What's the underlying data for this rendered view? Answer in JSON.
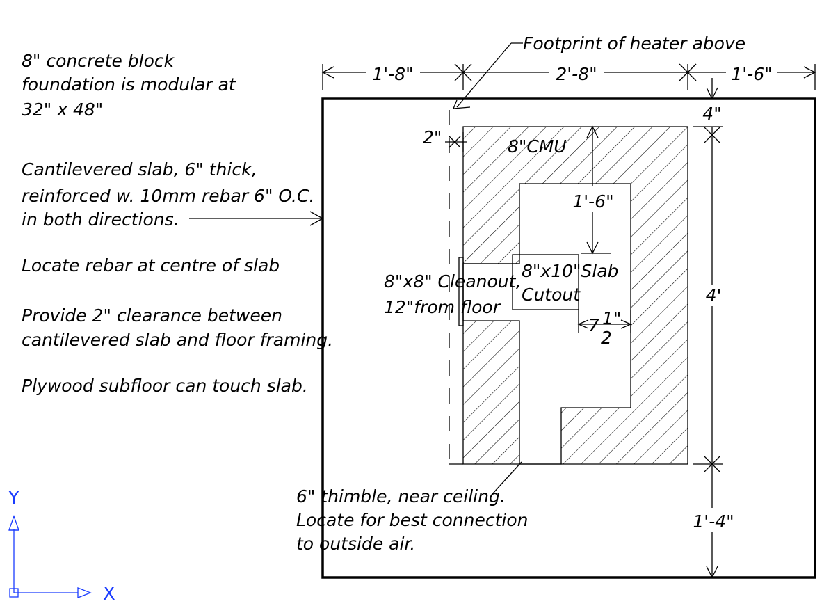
{
  "notes": {
    "foundation": [
      "8\" concrete block",
      "foundation is modular at",
      "32\" x 48\""
    ],
    "slab": [
      "Cantilevered slab, 6\" thick,",
      "reinforced w. 10mm rebar 6\" O.C.",
      "in both directions."
    ],
    "rebar": "Locate rebar at centre of slab",
    "clearance": [
      "Provide 2\" clearance between",
      "cantilevered slab and floor framing."
    ],
    "subfloor": "Plywood subfloor can touch slab."
  },
  "labels": {
    "footprint": "Footprint of heater above",
    "cmu": "8\"CMU",
    "cleanout": [
      "8\"x8\" Cleanout,",
      "12\"from floor"
    ],
    "slab_cutout": [
      "8\"x10\"Slab",
      "Cutout"
    ],
    "thimble": [
      "6\" thimble, near ceiling.",
      "Locate for best connection",
      "to outside air."
    ]
  },
  "dimensions": {
    "left_width": "1'-8\"",
    "center_width": "2'-8\"",
    "right_width": "1'-6\"",
    "top_offset": "4\"",
    "height": "4'",
    "bottom_offset": "1'-4\"",
    "side_gap": "2\"",
    "inner_depth": "1'-6\"",
    "small_dim_num": "7",
    "small_dim_frac_top": "1\"",
    "small_dim_frac_bottom": "2"
  },
  "ucs": {
    "y_label": "Y",
    "x_label": "X"
  }
}
